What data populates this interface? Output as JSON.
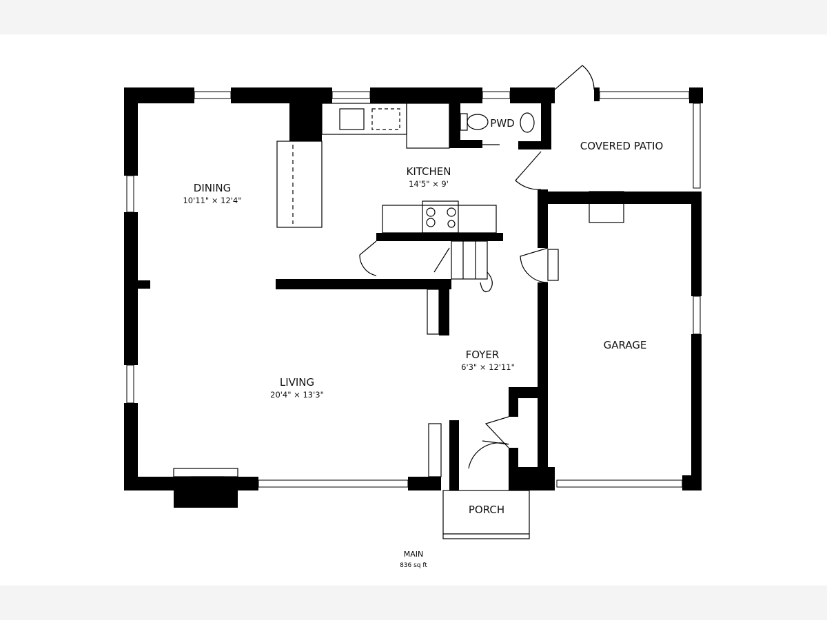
{
  "floor": {
    "name": "MAIN",
    "area": "836 sq ft"
  },
  "rooms": [
    {
      "name": "DINING",
      "dims": "10'11\" × 12'4\""
    },
    {
      "name": "KITCHEN",
      "dims": "14'5\" × 9'"
    },
    {
      "name": "PWD",
      "dims": ""
    },
    {
      "name": "COVERED PATIO",
      "dims": ""
    },
    {
      "name": "LIVING",
      "dims": "20'4\" × 13'3\""
    },
    {
      "name": "FOYER",
      "dims": "6'3\" × 12'11\""
    },
    {
      "name": "GARAGE",
      "dims": ""
    },
    {
      "name": "PORCH",
      "dims": ""
    }
  ]
}
